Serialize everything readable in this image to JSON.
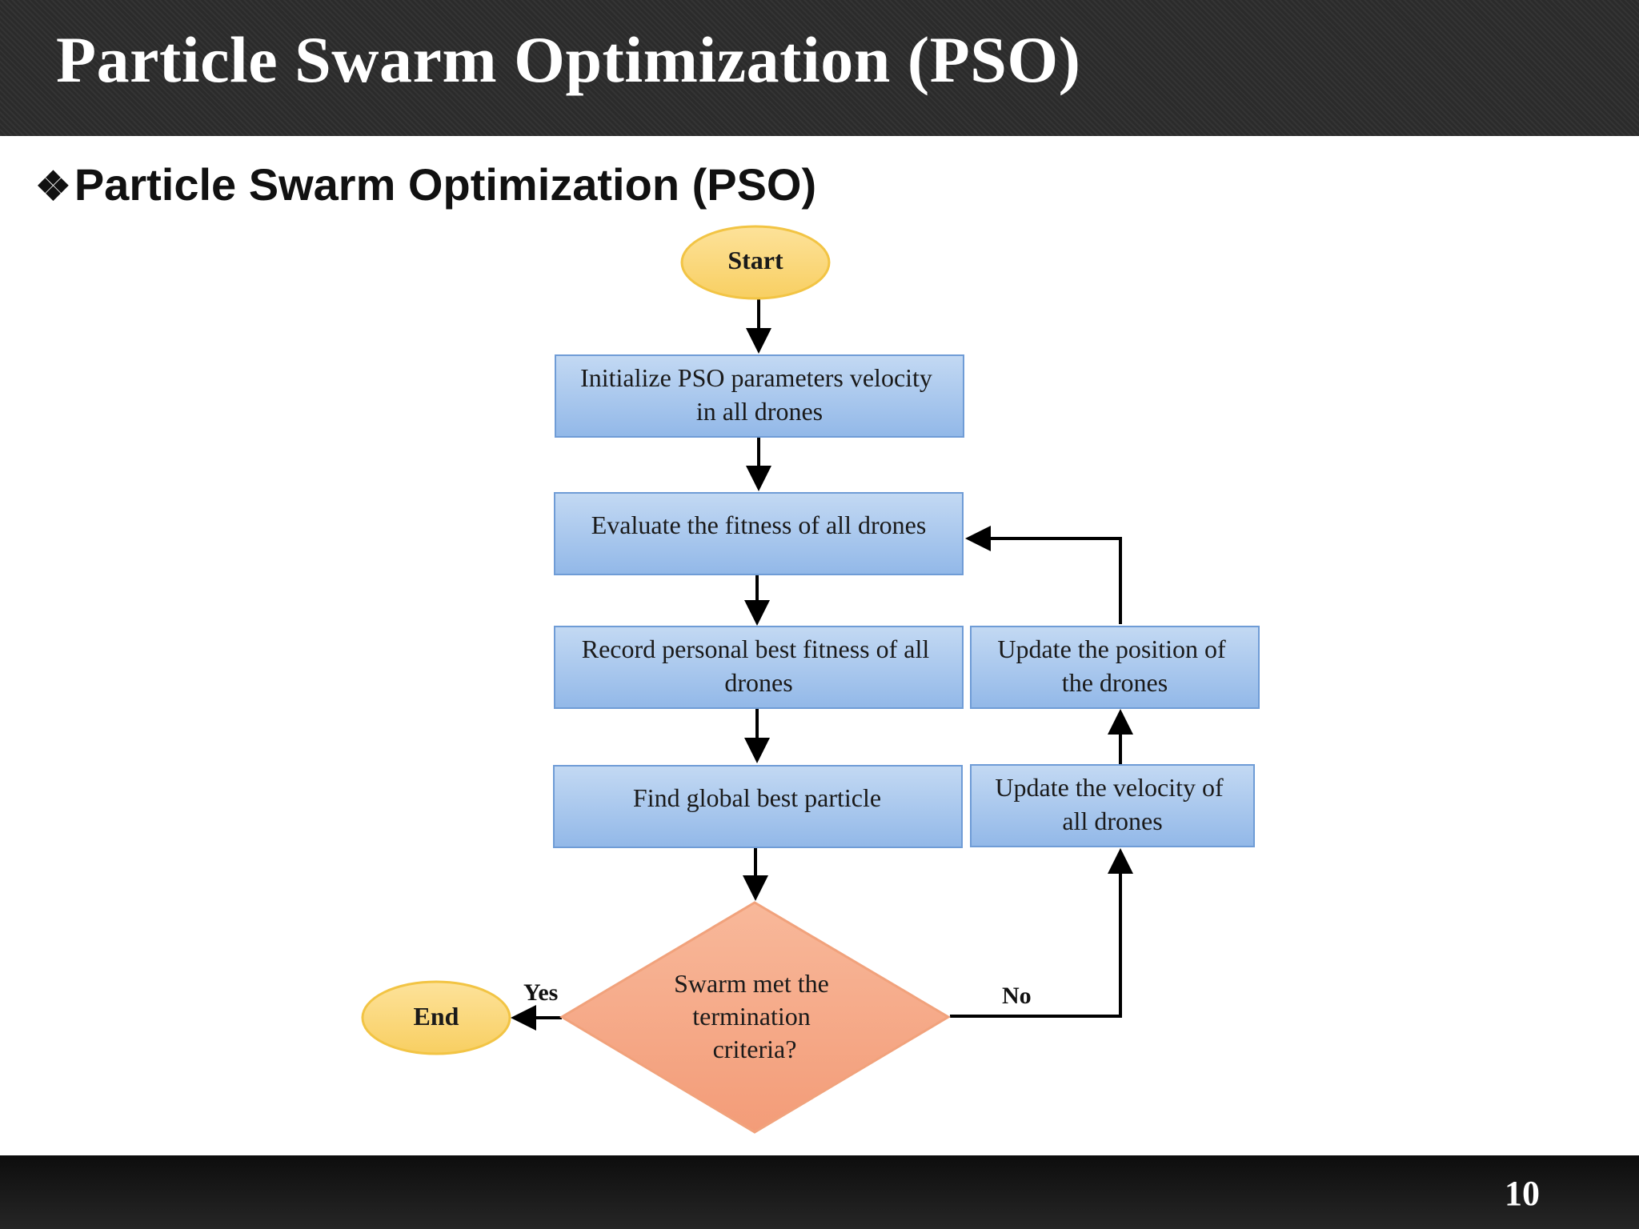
{
  "slide": {
    "header_title": "Particle Swarm Optimization (PSO)",
    "subtitle_bullet": "❖",
    "subtitle": "Particle Swarm Optimization (PSO)",
    "page_number": "10"
  },
  "flowchart": {
    "nodes": {
      "start": [
        "Start"
      ],
      "init": [
        "Initialize PSO parameters velocity",
        "in all drones"
      ],
      "evaluate": [
        "Evaluate the fitness of all drones"
      ],
      "record": [
        "Record personal best fitness of all",
        "drones"
      ],
      "global": [
        "Find global best particle"
      ],
      "decision": [
        "Swarm met the",
        "termination",
        "criteria?"
      ],
      "end": [
        "End"
      ],
      "update_position": [
        "Update the position of",
        "the drones"
      ],
      "update_velocity": [
        "Update the velocity of",
        "all drones"
      ]
    },
    "edge_labels": {
      "yes": "Yes",
      "no": "No"
    },
    "colors": {
      "terminal_fill": "#fbd97a",
      "terminal_stroke": "#f2c444",
      "process_fill_top": "#c3d9f3",
      "process_fill_bottom": "#92b8e8",
      "process_stroke": "#6f9cd6",
      "decision_fill_top": "#f8b89a",
      "decision_fill_bottom": "#f39c78",
      "decision_stroke": "#f1a27c",
      "arrow": "#000000"
    }
  }
}
